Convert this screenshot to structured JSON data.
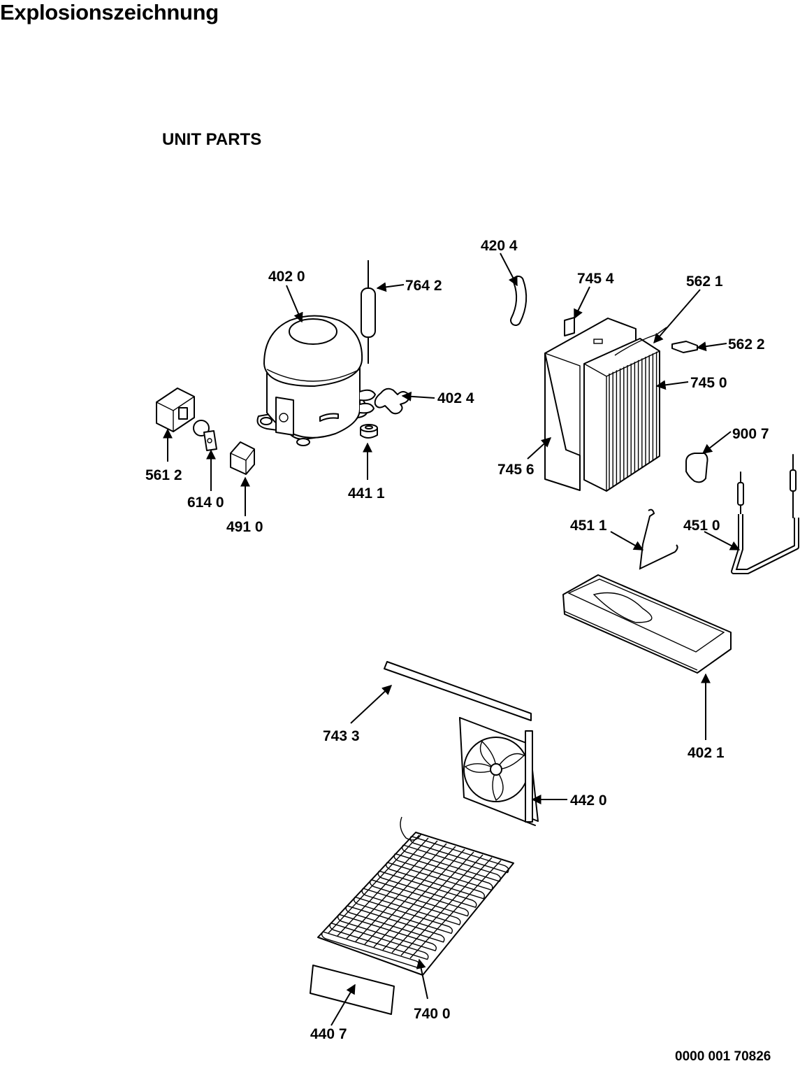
{
  "title": "Explosionszeichnung",
  "subtitle": "UNIT PARTS",
  "document_number": "0000 001 70826",
  "labels": {
    "p4020": "402 0",
    "p7642": "764 2",
    "p4204": "420 4",
    "p7454": "745 4",
    "p5621": "562 1",
    "p5622": "562 2",
    "p7450": "745 0",
    "p4024": "402 4",
    "p5612": "561 2",
    "p6140": "614 0",
    "p4910": "491 0",
    "p4411": "441 1",
    "p7456": "745 6",
    "p9007": "900 7",
    "p4511": "451 1",
    "p4510": "451 0",
    "p4021": "402 1",
    "p7433": "743 3",
    "p4420": "442 0",
    "p7400": "740 0",
    "p4407": "440 7"
  }
}
